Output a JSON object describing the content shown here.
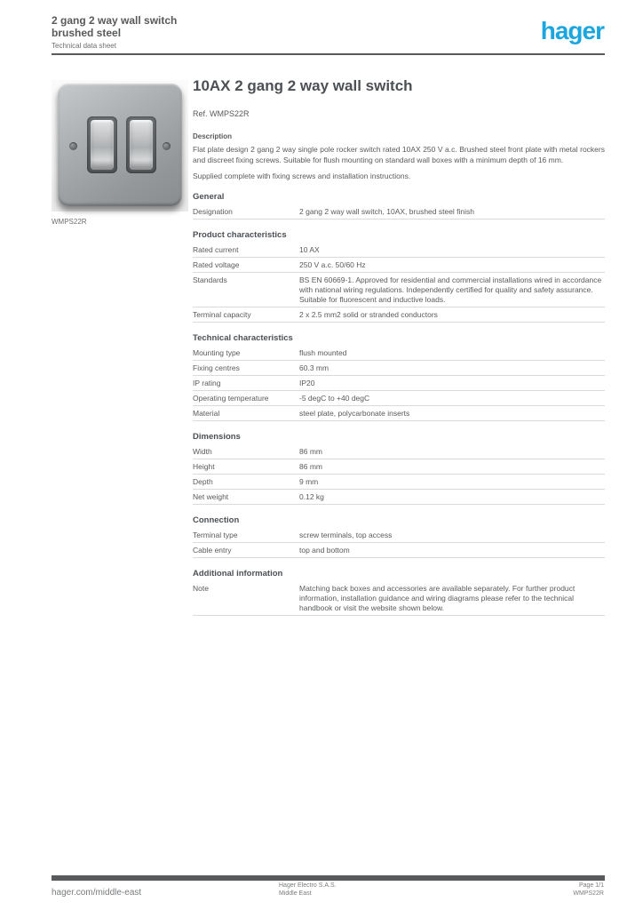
{
  "colors": {
    "brand_blue": "#1ba6df",
    "text_gray": "#595a5c",
    "title_gray": "#4c5054",
    "rule_gray": "#595a5c",
    "divider_gray": "#d9dadb"
  },
  "header": {
    "product_line1": "2 gang 2 way wall switch",
    "product_line2": "brushed steel",
    "subtitle": "Technical data sheet",
    "logo_text": "hager"
  },
  "product_image": {
    "caption": "WMPS22R"
  },
  "main": {
    "title": "10AX 2 gang 2 way wall switch",
    "reference": "Ref. WMPS22R",
    "description_label": "Description",
    "description": "Flat plate design 2 gang 2 way single pole rocker switch rated 10AX 250 V a.c. Brushed steel front plate with metal rockers and discreet fixing screws. Suitable for flush mounting on standard wall boxes with a minimum depth of 16 mm.",
    "description2": "Supplied complete with fixing screws and installation instructions."
  },
  "sections": [
    {
      "heading": "General",
      "rows": [
        {
          "label": "Designation",
          "value": "2 gang 2 way wall switch, 10AX, brushed steel finish"
        }
      ]
    },
    {
      "heading": "Product characteristics",
      "rows": [
        {
          "label": "Rated current",
          "value": "10 AX"
        },
        {
          "label": "Rated voltage",
          "value": "250 V a.c. 50/60 Hz"
        },
        {
          "label": "Standards",
          "value": "BS EN 60669-1. Approved for residential and commercial installations wired in accordance with national wiring regulations. Independently certified for quality and safety assurance. Suitable for fluorescent and inductive loads."
        },
        {
          "label": "Terminal capacity",
          "value": "2 x 2.5 mm2 solid or stranded conductors"
        }
      ]
    },
    {
      "heading": "Technical characteristics",
      "rows": [
        {
          "label": "Mounting type",
          "value": "flush mounted"
        },
        {
          "label": "Fixing centres",
          "value": "60.3 mm"
        },
        {
          "label": "IP rating",
          "value": "IP20"
        },
        {
          "label": "Operating temperature",
          "value": "-5 degC to +40 degC"
        },
        {
          "label": "Material",
          "value": "steel plate, polycarbonate inserts"
        }
      ]
    },
    {
      "heading": "Dimensions",
      "rows": [
        {
          "label": "Width",
          "value": "86 mm"
        },
        {
          "label": "Height",
          "value": "86 mm"
        },
        {
          "label": "Depth",
          "value": "9 mm"
        },
        {
          "label": "Net weight",
          "value": "0.12 kg"
        }
      ]
    },
    {
      "heading": "Connection",
      "rows": [
        {
          "label": "Terminal type",
          "value": "screw terminals, top access"
        },
        {
          "label": "Cable entry",
          "value": "top and bottom"
        }
      ]
    },
    {
      "heading": "Additional information",
      "rows": [
        {
          "label": "Note",
          "value": "Matching back boxes and accessories are available separately. For further product information, installation guidance and wiring diagrams please refer to the technical handbook or visit the website shown below."
        }
      ]
    }
  ],
  "footer": {
    "website": "hager.com/middle-east",
    "company_line1": "Hager Electro S.A.S.",
    "company_line2": "Middle East",
    "page_info": "Page 1/1",
    "doc_ref": "WMPS22R"
  }
}
